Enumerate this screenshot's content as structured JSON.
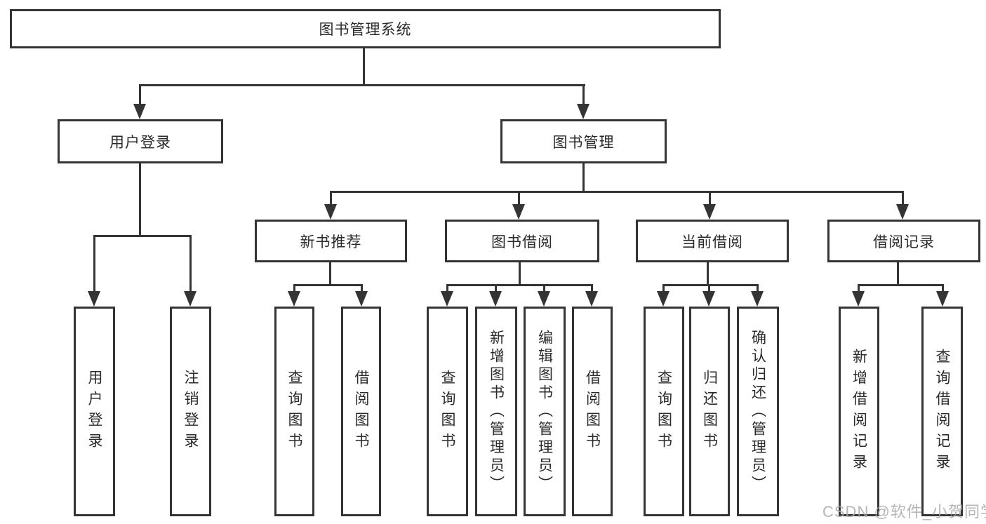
{
  "diagram": {
    "root": {
      "label": "图书管理系统"
    },
    "level2": [
      {
        "label": "用户登录"
      },
      {
        "label": "图书管理"
      }
    ],
    "level3": [
      {
        "label": "新书推荐"
      },
      {
        "label": "图书借阅"
      },
      {
        "label": "当前借阅"
      },
      {
        "label": "借阅记录"
      }
    ],
    "leaves": {
      "user_login": [
        {
          "label": "用户登录"
        },
        {
          "label": "注销登录"
        }
      ],
      "new_books": [
        {
          "label": "查询图书"
        },
        {
          "label": "借阅图书"
        }
      ],
      "book_borrow": [
        {
          "label": "查询图书"
        },
        {
          "label": "新增图书（管理员）"
        },
        {
          "label": "编辑图书（管理员）"
        },
        {
          "label": "借阅图书"
        }
      ],
      "current_borrow": [
        {
          "label": "查询图书"
        },
        {
          "label": "归还图书"
        },
        {
          "label": "确认归还（管理员）"
        }
      ],
      "borrow_records": [
        {
          "label": "新增借阅记录"
        },
        {
          "label": "查询借阅记录"
        }
      ]
    }
  },
  "watermark": {
    "text": "CSDN @软件_小贺同学"
  },
  "colors": {
    "line": "#343434",
    "box_background": "#ffffff",
    "text": "#2b2b2b",
    "watermark": "#a8a8a8"
  }
}
